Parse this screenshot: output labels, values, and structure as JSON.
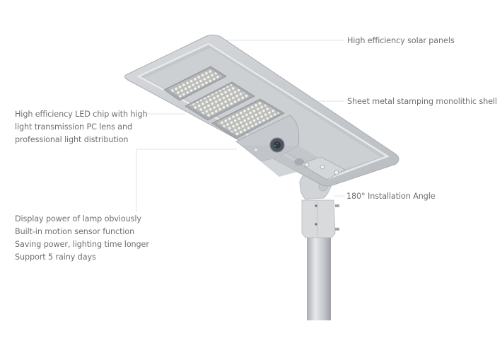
{
  "diagram": {
    "subject": "Solar street light",
    "callouts": [
      {
        "id": "solar",
        "lines": [
          "High efficiency solar panels"
        ]
      },
      {
        "id": "shell",
        "lines": [
          "Sheet metal stamping monolithic shell"
        ]
      },
      {
        "id": "led",
        "lines": [
          "High efficiency LED chip with high",
          "light transmission PC lens and",
          "professional light distribution"
        ]
      },
      {
        "id": "sensor",
        "lines": [
          "Display power of lamp obviously",
          "Built-in motion sensor function",
          "Saving power, lighting time longer",
          "Support 5 rainy days"
        ]
      },
      {
        "id": "angle",
        "lines": [
          "180° Installation Angle"
        ]
      }
    ],
    "colors": {
      "text": "#6f6f6f",
      "leader_line": "#e2e2e2",
      "housing": "#c9ccd0",
      "housing_dark": "#9ea3a8",
      "led": "#f3f0dc",
      "background": "#ffffff"
    }
  }
}
